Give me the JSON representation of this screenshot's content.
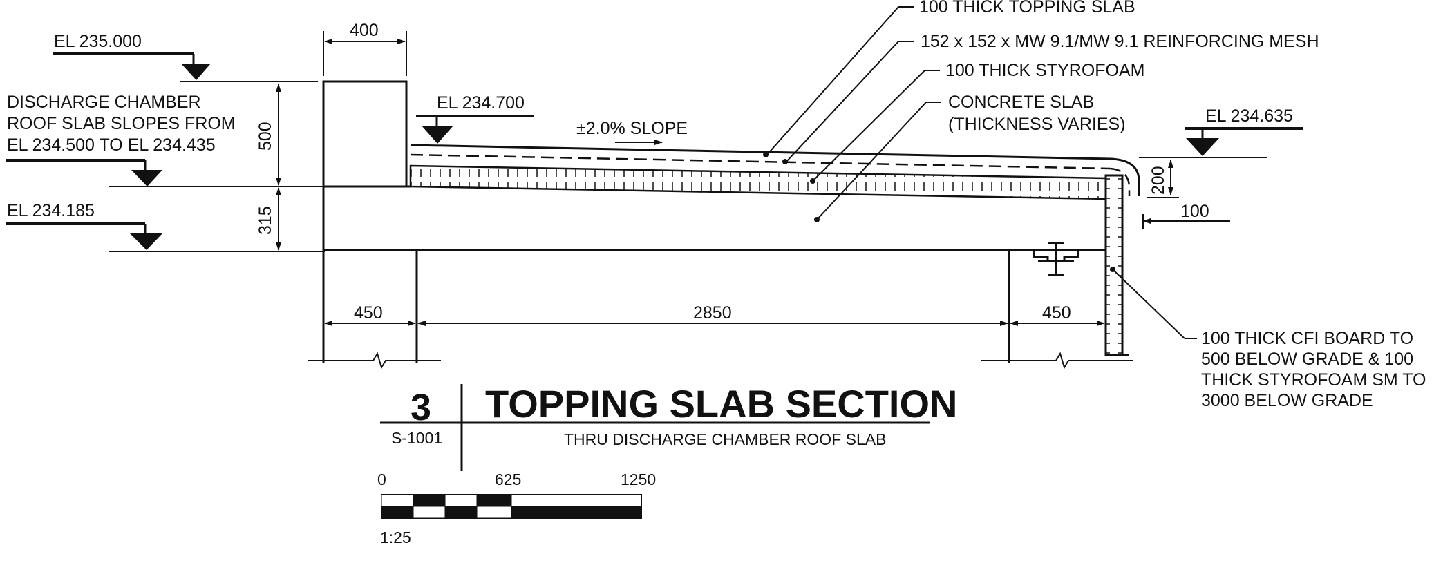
{
  "elevations": {
    "el_235_000": "EL 235.000",
    "el_234_700": "EL 234.700",
    "el_234_635": "EL 234.635",
    "el_234_185": "EL 234.185"
  },
  "discharge_note": {
    "line1": "DISCHARGE CHAMBER",
    "line2": "ROOF SLAB SLOPES FROM",
    "line3": "EL 234.500 TO EL 234.435"
  },
  "callouts": {
    "topping_slab": "100 THICK TOPPING SLAB",
    "mesh": "152 x 152 x MW 9.1/MW 9.1 REINFORCING MESH",
    "styrofoam": "100 THICK STYROFOAM",
    "concrete_line1": "CONCRETE SLAB",
    "concrete_line2": "(THICKNESS VARIES)",
    "cfi_line1": "100 THICK CFI BOARD TO",
    "cfi_line2": "500 BELOW GRADE & 100",
    "cfi_line3": "THICK STYROFOAM SM TO",
    "cfi_line4": "3000 BELOW GRADE"
  },
  "slope_label": "±2.0% SLOPE",
  "dimensions": {
    "d400": "400",
    "d500": "500",
    "d315": "315",
    "d450_left": "450",
    "d2850": "2850",
    "d450_right": "450",
    "d200": "200",
    "d100": "100"
  },
  "title_block": {
    "number": "3",
    "sheet": "S-1001",
    "title": "TOPPING SLAB SECTION",
    "subtitle": "THRU DISCHARGE CHAMBER ROOF SLAB"
  },
  "scale_bar": {
    "ticks": [
      "0",
      "625",
      "1250"
    ],
    "ratio": "1:25"
  }
}
